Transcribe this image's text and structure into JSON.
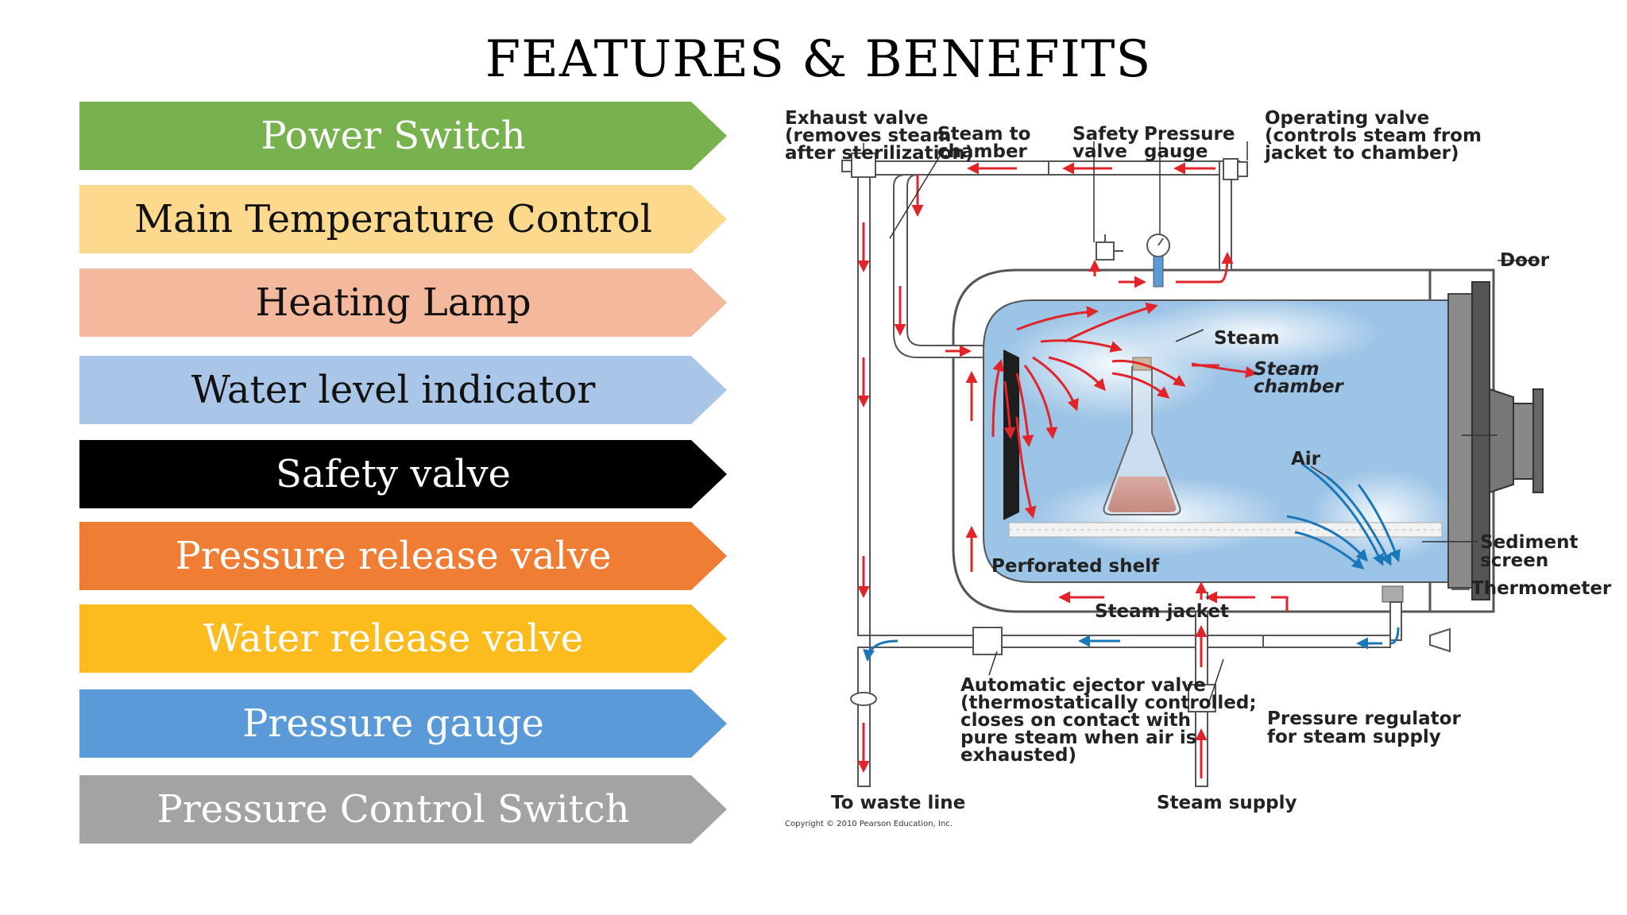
{
  "title": "FEATURES & BENEFITS",
  "features": [
    {
      "label": "Power Switch",
      "color": "#77b24f",
      "text_color": "#ffffff"
    },
    {
      "label": "Main Temperature Control",
      "color": "#fdd98e",
      "text_color": "#111111"
    },
    {
      "label": "Heating Lamp",
      "color": "#f4b89c",
      "text_color": "#111111"
    },
    {
      "label": "Water level indicator",
      "color": "#a9c6e8",
      "text_color": "#111111"
    },
    {
      "label": "Safety valve",
      "color": "#000000",
      "text_color": "#ffffff"
    },
    {
      "label": "Pressure release valve",
      "color": "#ef7e34",
      "text_color": "#ffffff"
    },
    {
      "label": "Water release valve",
      "color": "#fdbc1e",
      "text_color": "#ffffff"
    },
    {
      "label": "Pressure gauge",
      "color": "#5b9ad8",
      "text_color": "#ffffff"
    },
    {
      "label": "Pressure Control Switch",
      "color": "#a3a3a3",
      "text_color": "#ffffff"
    }
  ],
  "diagram": {
    "labels": {
      "exhaust_valve": [
        "Exhaust valve",
        "(removes steam",
        "after sterilization)"
      ],
      "steam_to_chamber": [
        "Steam to",
        "chamber"
      ],
      "safety_valve": [
        "Safety",
        "valve"
      ],
      "pressure_gauge": [
        "Pressure",
        "gauge"
      ],
      "operating_valve": [
        "Operating valve",
        "(controls steam from",
        "jacket to chamber)"
      ],
      "steam": "Steam",
      "door": "Door",
      "steam_chamber": [
        "Steam",
        "chamber"
      ],
      "air": "Air",
      "perforated_shelf": "Perforated shelf",
      "sediment_screen": [
        "Sediment",
        "screen"
      ],
      "steam_jacket": "Steam jacket",
      "thermometer": "Thermometer",
      "automatic_ejector_valve": [
        "Automatic ejector valve",
        "(thermostatically controlled;",
        "closes on contact with",
        "pure steam when air is",
        "exhausted)"
      ],
      "pressure_regulator": [
        "Pressure regulator",
        "for steam supply"
      ],
      "to_waste_line": "To waste line",
      "steam_supply": "Steam supply",
      "copyright": "Copyright © 2010 Pearson Education, Inc."
    },
    "colors": {
      "steam_arrow": "#e0242a",
      "air_arrow": "#1a78b8",
      "chamber": "#9cc4e6",
      "pipe": "#ffffff",
      "pipe_outline": "#555555"
    }
  }
}
